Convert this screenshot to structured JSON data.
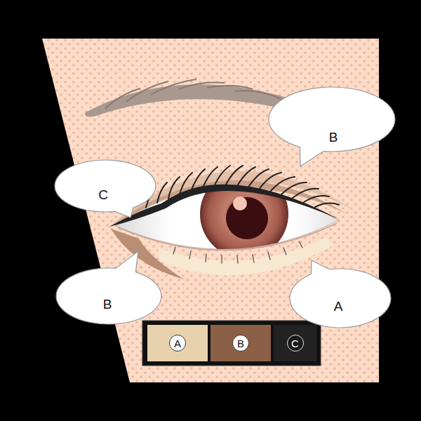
{
  "diagram": {
    "nodes": [
      {
        "text": [
          "B"
        ]
      },
      {
        "text": [
          "C"
        ]
      },
      {
        "text": [
          "B"
        ]
      },
      {
        "text": [
          "A"
        ]
      }
    ],
    "legend": [
      {
        "text": "A",
        "color": "#e7d2ad"
      },
      {
        "text": "B",
        "color": "#8b6046"
      },
      {
        "text": "C",
        "color": "#222222"
      }
    ]
  }
}
